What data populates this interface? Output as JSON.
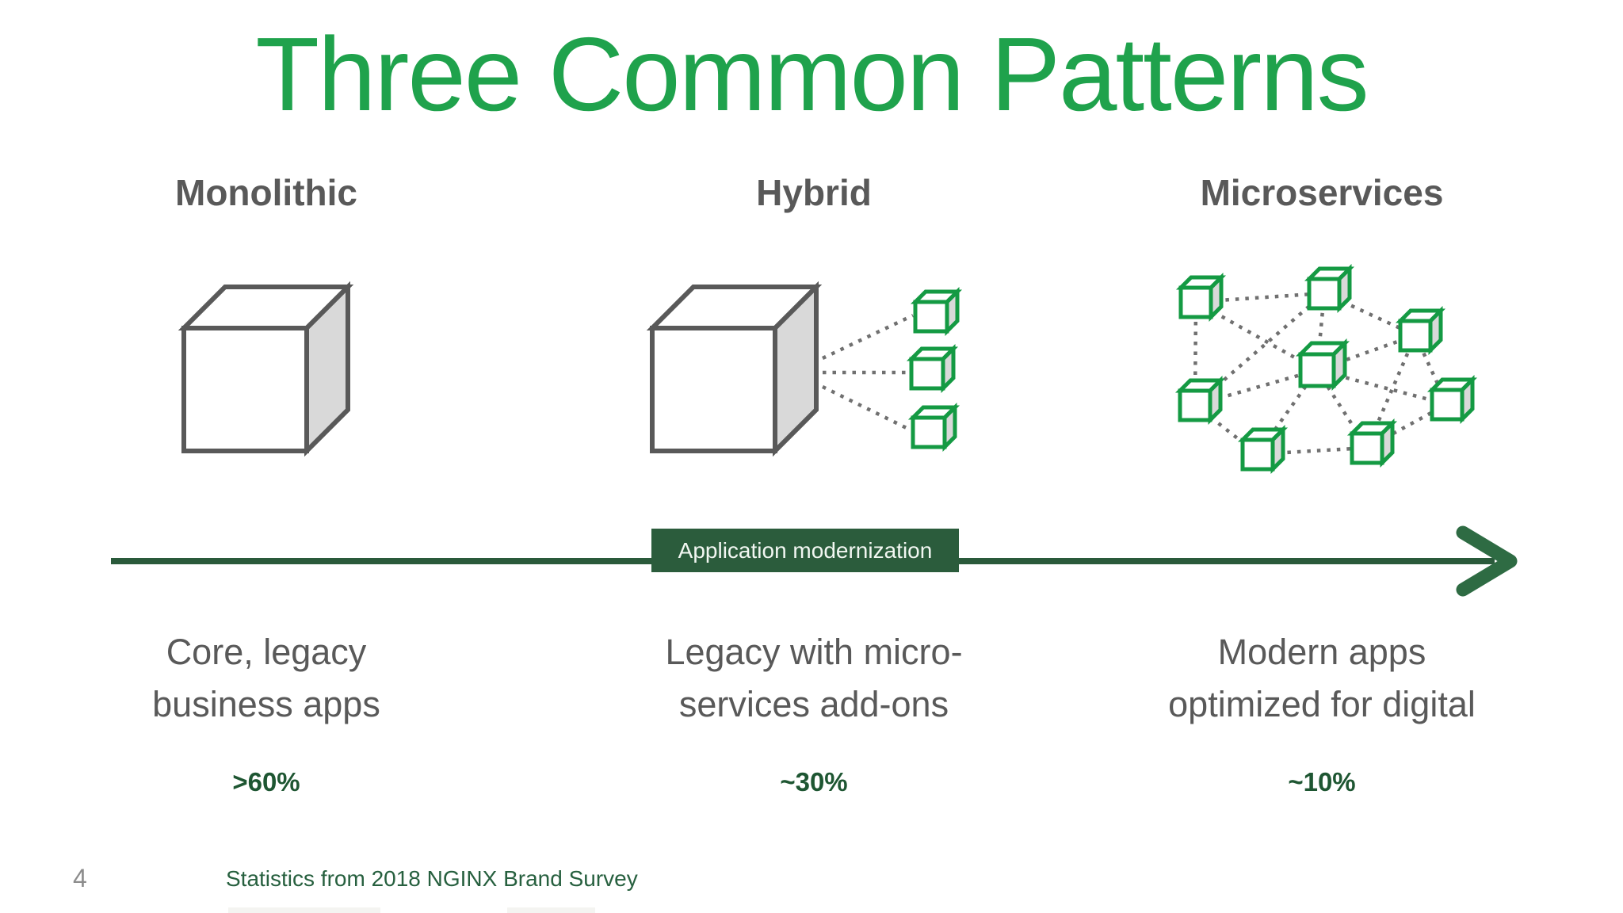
{
  "slide": {
    "title": "Three Common Patterns",
    "arrow_label": "Application modernization",
    "page_number": "4",
    "footnote": "Statistics from 2018 NGINX Brand Survey",
    "columns": [
      {
        "heading": "Monolithic",
        "desc_line1": "Core, legacy",
        "desc_line2": "business apps",
        "stat": ">60%"
      },
      {
        "heading": "Hybrid",
        "desc_line1": "Legacy with micro-",
        "desc_line2": "services add-ons",
        "stat": "~30%"
      },
      {
        "heading": "Microservices",
        "desc_line1": "Modern apps",
        "desc_line2": "optimized for digital",
        "stat": "~10%"
      }
    ],
    "icons": {
      "monolith_cube": "large gray 3D cube",
      "microservice_cube": "small green 3D cube",
      "dotted_link": "gray dotted connector line",
      "arrow_right": "dark green right arrow"
    },
    "colors": {
      "title_green": "#1FA24C",
      "cube_green": "#149A43",
      "badge_green": "#2B5C3C",
      "arrow_green": "#2E6B43",
      "stat_green": "#1E5632",
      "footnote_green": "#27603F",
      "text_gray": "#595959",
      "cube_outline_gray": "#595959",
      "cube_side_gray": "#D9D9D9",
      "dotted_gray": "#707070"
    }
  }
}
